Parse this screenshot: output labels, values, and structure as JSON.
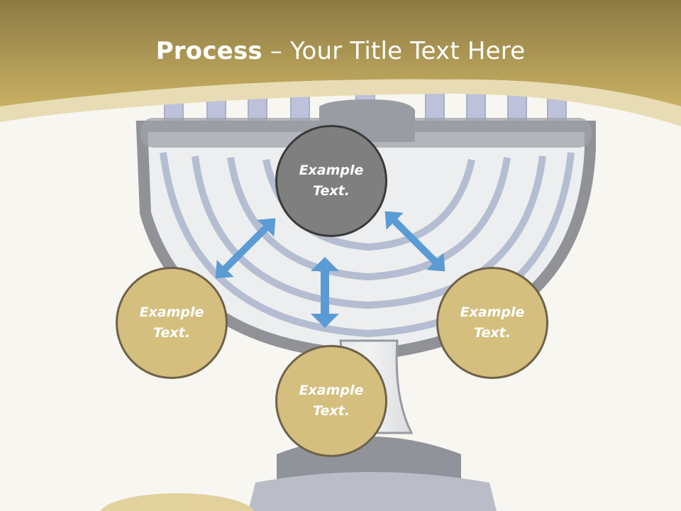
{
  "title": {
    "bold": "Process",
    "rest": " – Your Title Text Here"
  },
  "circles": {
    "top": "Example\nText.",
    "left": "Example\nText.",
    "right": "Example\nText.",
    "bottom": "Example\nText."
  },
  "colors": {
    "header_gold": "#c5ad5f",
    "circle_gold": "#d4bf7f",
    "circle_gray": "#7f7f7f",
    "arrow_blue": "#5b9bd5"
  }
}
